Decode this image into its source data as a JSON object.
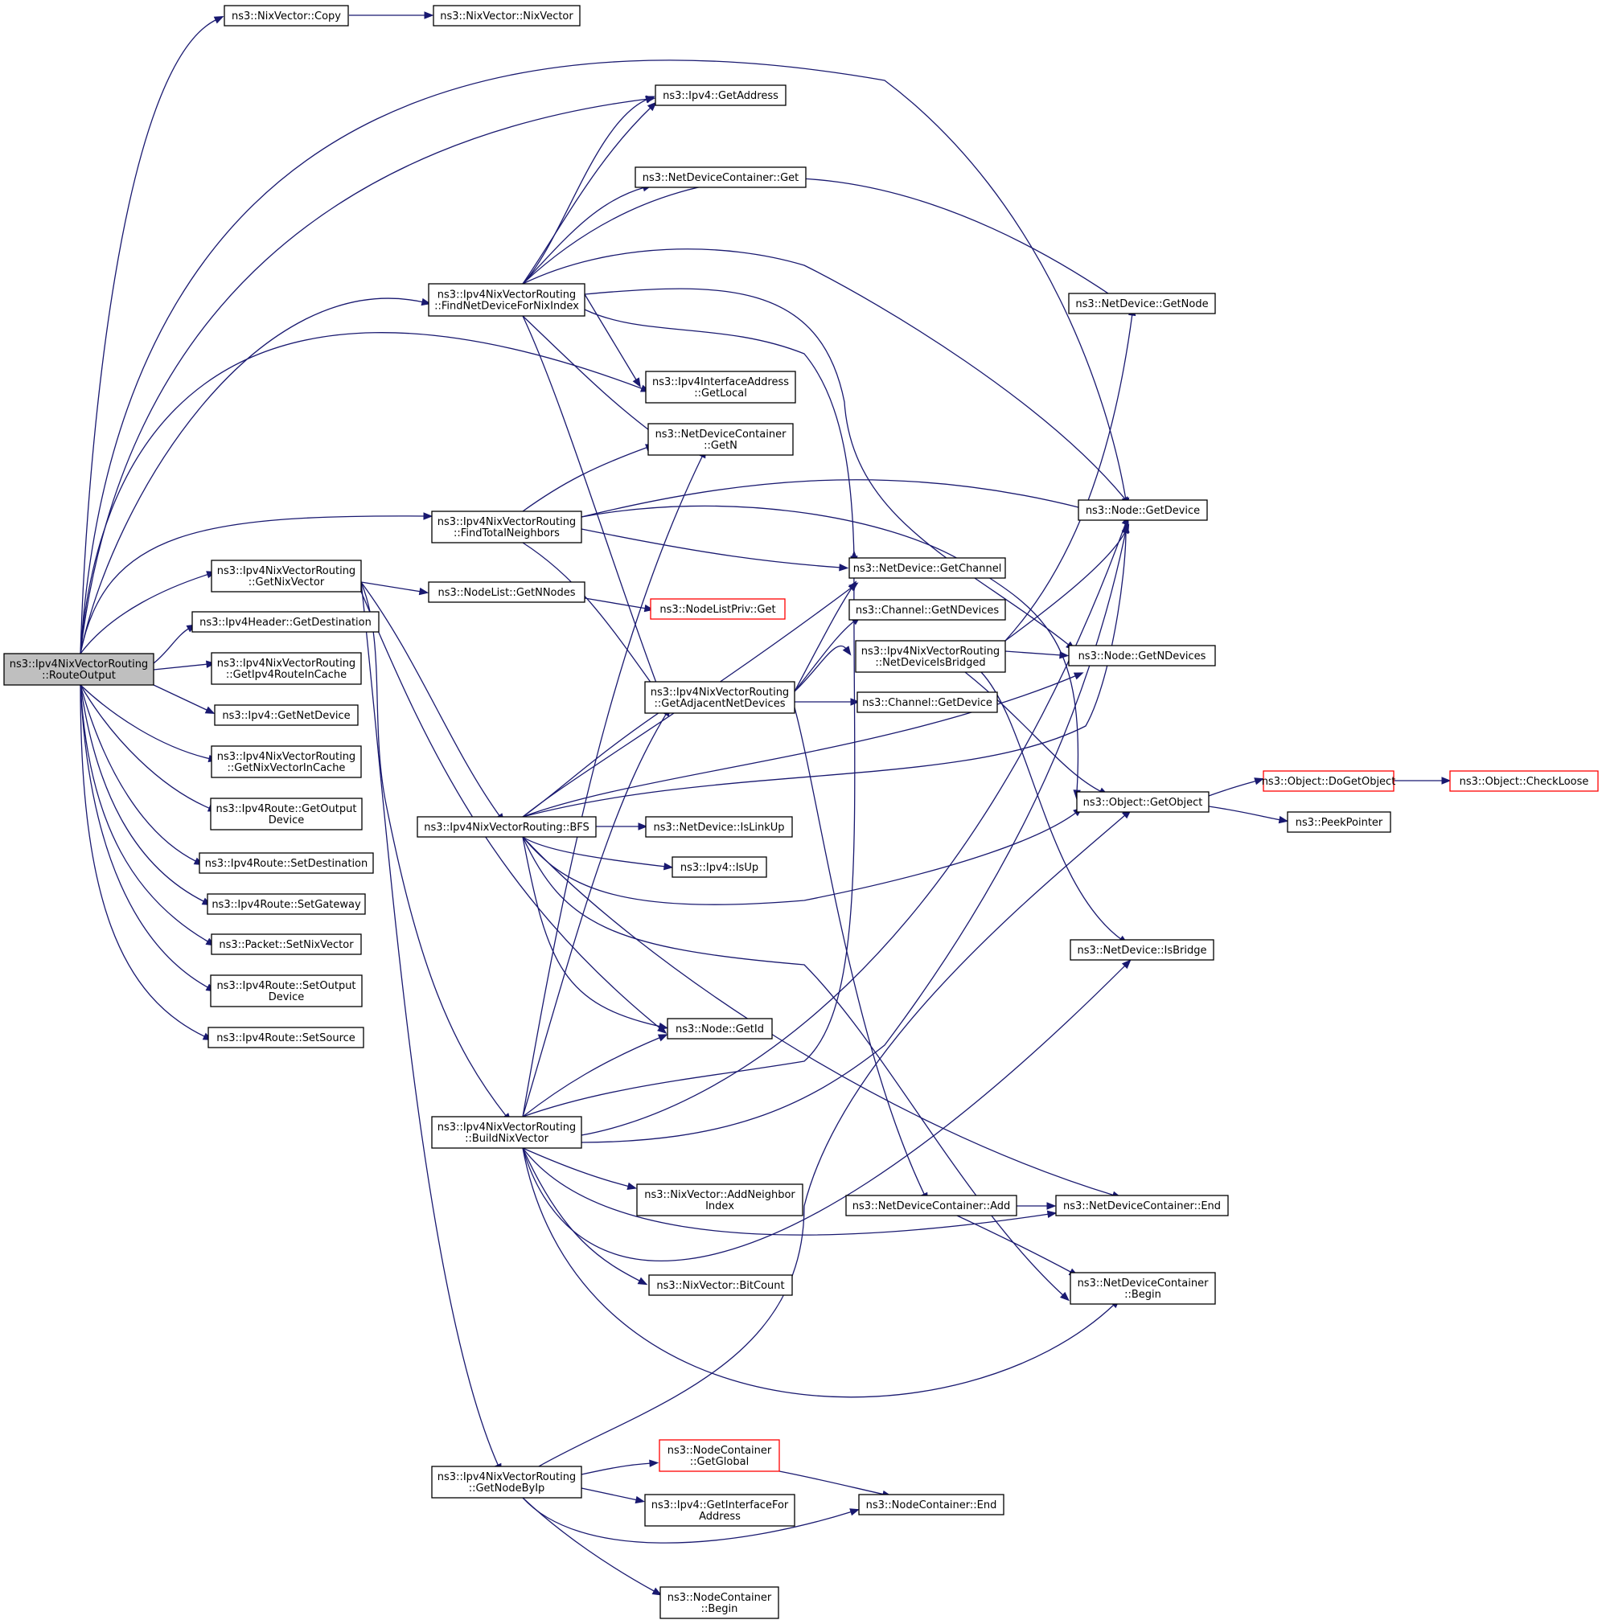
{
  "colors": {
    "edge": "#191970",
    "root_fill": "#bfbfbf",
    "node_border": "#000000",
    "truncated_border": "#ff0000"
  },
  "nodes": [
    {
      "id": "routeOutput",
      "lines": [
        "ns3::Ipv4NixVectorRouting",
        "::RouteOutput"
      ],
      "style": "root"
    },
    {
      "id": "nixCopy",
      "lines": [
        "ns3::NixVector::Copy"
      ]
    },
    {
      "id": "nixCtor",
      "lines": [
        "ns3::NixVector::NixVector"
      ]
    },
    {
      "id": "ipv4GetAddress",
      "lines": [
        "ns3::Ipv4::GetAddress"
      ]
    },
    {
      "id": "ndcGet",
      "lines": [
        "ns3::NetDeviceContainer::Get"
      ]
    },
    {
      "id": "findNetDevice",
      "lines": [
        "ns3::Ipv4NixVectorRouting",
        "::FindNetDeviceForNixIndex"
      ]
    },
    {
      "id": "ndGetNode",
      "lines": [
        "ns3::NetDevice::GetNode"
      ]
    },
    {
      "id": "ifaceGetLocal",
      "lines": [
        "ns3::Ipv4InterfaceAddress",
        "::GetLocal"
      ]
    },
    {
      "id": "ndcGetN",
      "lines": [
        "ns3::NetDeviceContainer",
        "::GetN"
      ]
    },
    {
      "id": "findTotal",
      "lines": [
        "ns3::Ipv4NixVectorRouting",
        "::FindTotalNeighbors"
      ]
    },
    {
      "id": "nodeGetDevice",
      "lines": [
        "ns3::Node::GetDevice"
      ]
    },
    {
      "id": "getNixVector",
      "lines": [
        "ns3::Ipv4NixVectorRouting",
        "::GetNixVector"
      ]
    },
    {
      "id": "ndGetChannel",
      "lines": [
        "ns3::NetDevice::GetChannel"
      ]
    },
    {
      "id": "nlGetNNodes",
      "lines": [
        "ns3::NodeList::GetNNodes"
      ]
    },
    {
      "id": "nlpGet",
      "lines": [
        "ns3::NodeListPriv::Get"
      ],
      "style": "red"
    },
    {
      "id": "hdrGetDest",
      "lines": [
        "ns3::Ipv4Header::GetDestination"
      ]
    },
    {
      "id": "chGetNDevices",
      "lines": [
        "ns3::Channel::GetNDevices"
      ]
    },
    {
      "id": "ndIsBridged",
      "lines": [
        "ns3::Ipv4NixVectorRouting",
        "::NetDeviceIsBridged"
      ]
    },
    {
      "id": "getRouteCache",
      "lines": [
        "ns3::Ipv4NixVectorRouting",
        "::GetIpv4RouteInCache"
      ]
    },
    {
      "id": "nodeGetNDevices",
      "lines": [
        "ns3::Node::GetNDevices"
      ]
    },
    {
      "id": "getAdjacent",
      "lines": [
        "ns3::Ipv4NixVectorRouting",
        "::GetAdjacentNetDevices"
      ]
    },
    {
      "id": "chGetDevice",
      "lines": [
        "ns3::Channel::GetDevice"
      ]
    },
    {
      "id": "ipv4GetNetDevice",
      "lines": [
        "ns3::Ipv4::GetNetDevice"
      ]
    },
    {
      "id": "getNixCache",
      "lines": [
        "ns3::Ipv4NixVectorRouting",
        "::GetNixVectorInCache"
      ]
    },
    {
      "id": "objDoGetObject",
      "lines": [
        "ns3::Object::DoGetObject"
      ],
      "style": "red"
    },
    {
      "id": "objCheckLoose",
      "lines": [
        "ns3::Object::CheckLoose"
      ],
      "style": "red"
    },
    {
      "id": "objGetObject",
      "lines": [
        "ns3::Object::GetObject"
      ]
    },
    {
      "id": "routeGetOutput",
      "lines": [
        "ns3::Ipv4Route::GetOutput",
        "Device"
      ]
    },
    {
      "id": "peekPointer",
      "lines": [
        "ns3::PeekPointer"
      ]
    },
    {
      "id": "bfs",
      "lines": [
        "ns3::Ipv4NixVectorRouting::BFS"
      ]
    },
    {
      "id": "ndIsLinkUp",
      "lines": [
        "ns3::NetDevice::IsLinkUp"
      ]
    },
    {
      "id": "routeSetDest",
      "lines": [
        "ns3::Ipv4Route::SetDestination"
      ]
    },
    {
      "id": "ipv4IsUp",
      "lines": [
        "ns3::Ipv4::IsUp"
      ]
    },
    {
      "id": "routeSetGateway",
      "lines": [
        "ns3::Ipv4Route::SetGateway"
      ]
    },
    {
      "id": "packetSetNix",
      "lines": [
        "ns3::Packet::SetNixVector"
      ]
    },
    {
      "id": "ndIsBridge",
      "lines": [
        "ns3::NetDevice::IsBridge"
      ]
    },
    {
      "id": "routeSetOutput",
      "lines": [
        "ns3::Ipv4Route::SetOutput",
        "Device"
      ]
    },
    {
      "id": "nodeGetId",
      "lines": [
        "ns3::Node::GetId"
      ]
    },
    {
      "id": "routeSetSource",
      "lines": [
        "ns3::Ipv4Route::SetSource"
      ]
    },
    {
      "id": "buildNix",
      "lines": [
        "ns3::Ipv4NixVectorRouting",
        "::BuildNixVector"
      ]
    },
    {
      "id": "nixAddNeighbor",
      "lines": [
        "ns3::NixVector::AddNeighbor",
        "Index"
      ]
    },
    {
      "id": "ndcAdd",
      "lines": [
        "ns3::NetDeviceContainer::Add"
      ]
    },
    {
      "id": "ndcEnd",
      "lines": [
        "ns3::NetDeviceContainer::End"
      ]
    },
    {
      "id": "nixBitCount",
      "lines": [
        "ns3::NixVector::BitCount"
      ]
    },
    {
      "id": "ndcBegin",
      "lines": [
        "ns3::NetDeviceContainer",
        "::Begin"
      ]
    },
    {
      "id": "ncGetGlobal",
      "lines": [
        "ns3::NodeContainer",
        "::GetGlobal"
      ],
      "style": "red"
    },
    {
      "id": "getNodeByIp",
      "lines": [
        "ns3::Ipv4NixVectorRouting",
        "::GetNodeByIp"
      ]
    },
    {
      "id": "ncEnd",
      "lines": [
        "ns3::NodeContainer::End"
      ]
    },
    {
      "id": "ipv4GetIfaceFor",
      "lines": [
        "ns3::Ipv4::GetInterfaceFor",
        "Address"
      ]
    },
    {
      "id": "ncBegin",
      "lines": [
        "ns3::NodeContainer",
        "::Begin"
      ]
    }
  ]
}
